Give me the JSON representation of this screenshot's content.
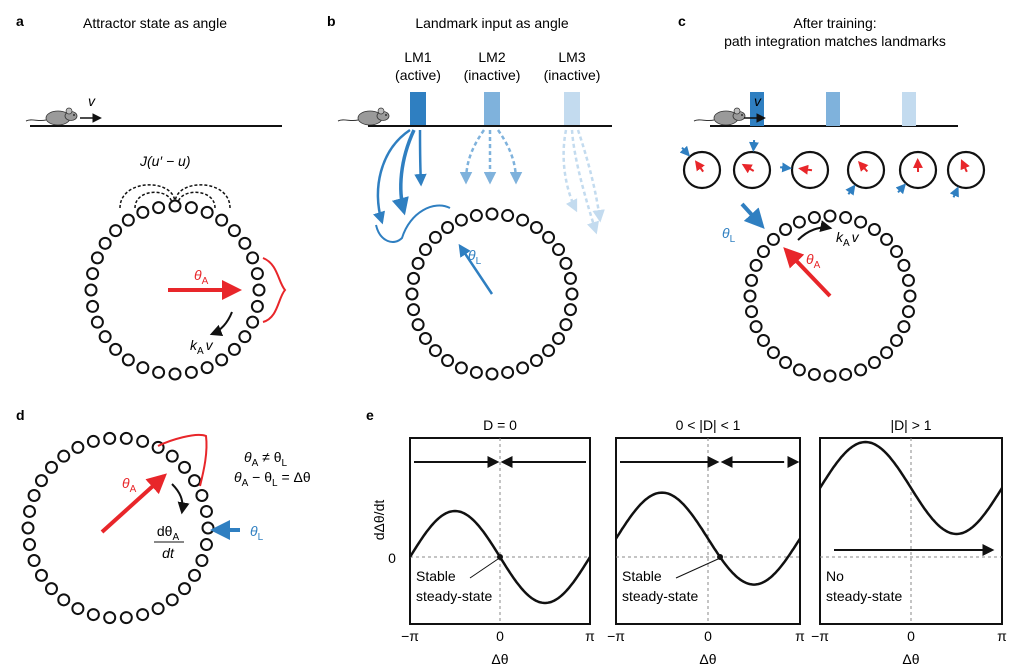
{
  "panel_a": {
    "letter": "a",
    "title": "Attractor state as angle",
    "velocity": "v",
    "coupling": "J(u′ − u)",
    "theta_a": "θ",
    "theta_a_sub": "A",
    "kav_k": "k",
    "kav_sub": "A",
    "kav_v": "v"
  },
  "panel_b": {
    "letter": "b",
    "title": "Landmark input as angle",
    "lm1_name": "LM1",
    "lm1_state": "(active)",
    "lm2_name": "LM2",
    "lm2_state": "(inactive)",
    "lm3_name": "LM3",
    "lm3_state": "(inactive)",
    "theta_l": "θ",
    "theta_l_sub": "L"
  },
  "panel_c": {
    "letter": "c",
    "title_line1": "After training:",
    "title_line2": "path integration matches landmarks",
    "velocity": "v",
    "theta_l": "θ",
    "theta_l_sub": "L",
    "theta_a": "θ",
    "theta_a_sub": "A",
    "kav_k": "k",
    "kav_sub": "A",
    "kav_v": "v"
  },
  "panel_d": {
    "letter": "d",
    "eq1_lhs": "θ",
    "eq1_lhs_sub": "A",
    "eq1_op": " ≠ θ",
    "eq1_rhs_sub": "L",
    "eq2_a": "θ",
    "eq2_a_sub": "A",
    "eq2_mid": " − θ",
    "eq2_l_sub": "L",
    "eq2_rhs": " = Δθ",
    "theta_a": "θ",
    "theta_a_sub": "A",
    "theta_l": "θ",
    "theta_l_sub": "L",
    "deriv_num": "dθ",
    "deriv_num_sub": "A",
    "deriv_den": "dt"
  },
  "panel_e": {
    "letter": "e",
    "ylabel": "dΔθ/dt",
    "y_zero": "0",
    "xlabel": "Δθ",
    "xticks": [
      "−π",
      "0",
      "π"
    ]
  },
  "chart_data": [
    {
      "type": "line",
      "title": "D = 0",
      "xlabel": "Δθ",
      "ylabel": "dΔθ/dt",
      "x_range": [
        -3.1416,
        3.1416
      ],
      "x_ticks": [
        "−π",
        "0",
        "π"
      ],
      "y_ticks": [
        "0"
      ],
      "D": 0,
      "formula": "D − sin(Δθ)",
      "annotation_lines": [
        "Stable",
        "steady-state"
      ],
      "flow_arrows": "converge at 0"
    },
    {
      "type": "line",
      "title": "0 < |D| < 1",
      "xlabel": "Δθ",
      "x_range": [
        -3.1416,
        3.1416
      ],
      "x_ticks": [
        "−π",
        "0",
        "π"
      ],
      "D": 0.4,
      "formula": "D − sin(Δθ)",
      "annotation_lines": [
        "Stable",
        "steady-state"
      ],
      "flow_arrows": "converge at shifted fixed point"
    },
    {
      "type": "line",
      "title": "|D| > 1",
      "xlabel": "Δθ",
      "x_range": [
        -3.1416,
        3.1416
      ],
      "x_ticks": [
        "−π",
        "0",
        "π"
      ],
      "D": 1.5,
      "formula": "D − sin(Δθ)",
      "annotation_lines": [
        "No",
        "steady-state"
      ],
      "flow_arrows": "continuous drift to the right"
    }
  ],
  "colors": {
    "red": "#e8262a",
    "blue": "#2f7fc1",
    "blue_mid": "#7fb2dc",
    "blue_light": "#c3dbef",
    "grid_dash": "#888888"
  }
}
